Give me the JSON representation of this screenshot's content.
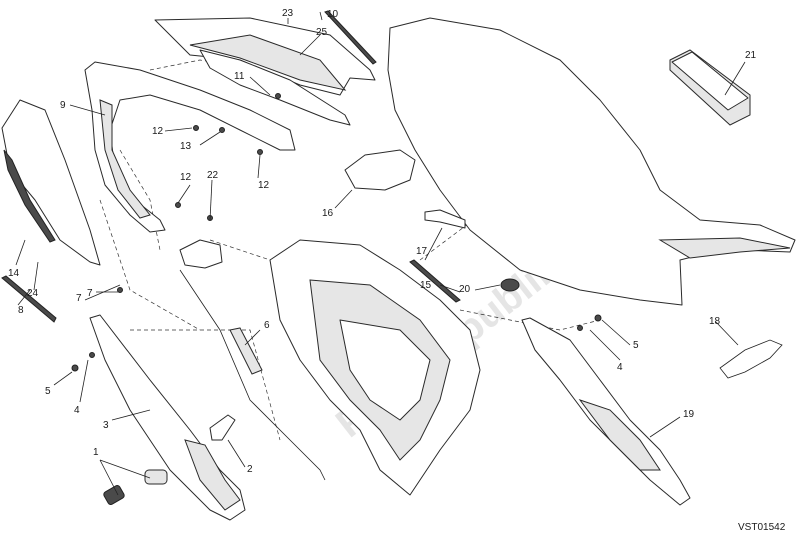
{
  "diagram": {
    "drawing_code": "VST01542",
    "watermark_text": "PartsRepublik",
    "callouts": [
      {
        "id": "c1",
        "text": "1"
      },
      {
        "id": "c2",
        "text": "2"
      },
      {
        "id": "c3",
        "text": "3"
      },
      {
        "id": "c4a",
        "text": "4"
      },
      {
        "id": "c4b",
        "text": "4"
      },
      {
        "id": "c5a",
        "text": "5"
      },
      {
        "id": "c5b",
        "text": "5"
      },
      {
        "id": "c6",
        "text": "6"
      },
      {
        "id": "c7a",
        "text": "7"
      },
      {
        "id": "c7b",
        "text": "7"
      },
      {
        "id": "c8",
        "text": "8"
      },
      {
        "id": "c9",
        "text": "9"
      },
      {
        "id": "c10",
        "text": "10"
      },
      {
        "id": "c11",
        "text": "11"
      },
      {
        "id": "c12a",
        "text": "12"
      },
      {
        "id": "c12b",
        "text": "12"
      },
      {
        "id": "c12c",
        "text": "12"
      },
      {
        "id": "c13",
        "text": "13"
      },
      {
        "id": "c14",
        "text": "14"
      },
      {
        "id": "c15",
        "text": "15"
      },
      {
        "id": "c16",
        "text": "16"
      },
      {
        "id": "c17",
        "text": "17"
      },
      {
        "id": "c18",
        "text": "18"
      },
      {
        "id": "c19",
        "text": "19"
      },
      {
        "id": "c20",
        "text": "20"
      },
      {
        "id": "c21",
        "text": "21"
      },
      {
        "id": "c22",
        "text": "22"
      },
      {
        "id": "c23",
        "text": "23"
      },
      {
        "id": "c24",
        "text": "24"
      },
      {
        "id": "c25",
        "text": "25"
      }
    ]
  }
}
